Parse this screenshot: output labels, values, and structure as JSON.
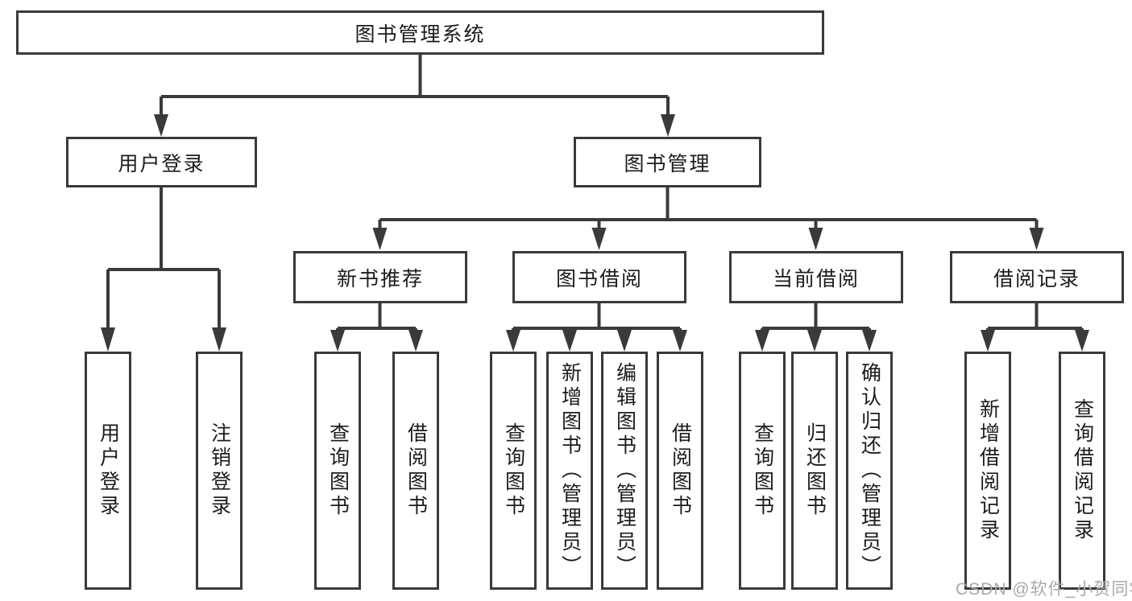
{
  "diagram": {
    "type": "tree",
    "line_color": "#3a3a3a",
    "box_background": "#ffffff",
    "text_color": "#1c1c1c",
    "root": {
      "label": "图书管理系统"
    },
    "user_login": {
      "label": "用户登录",
      "children": [
        {
          "label": "用户登录"
        },
        {
          "label": "注销登录"
        }
      ]
    },
    "book_mgmt": {
      "label": "图书管理",
      "children": [
        {
          "label": "新书推荐",
          "children": [
            {
              "label": "查询图书"
            },
            {
              "label": "借阅图书"
            }
          ]
        },
        {
          "label": "图书借阅",
          "children": [
            {
              "label": "查询图书"
            },
            {
              "label": "新增图书（管理员）"
            },
            {
              "label": "编辑图书（管理员）"
            },
            {
              "label": "借阅图书"
            }
          ]
        },
        {
          "label": "当前借阅",
          "children": [
            {
              "label": "查询图书"
            },
            {
              "label": "归还图书"
            },
            {
              "label": "确认归还（管理员）"
            }
          ]
        },
        {
          "label": "借阅记录",
          "children": [
            {
              "label": "新增借阅记录"
            },
            {
              "label": "查询借阅记录"
            }
          ]
        }
      ]
    }
  },
  "watermark": {
    "text": "CSDN @软件_小贺同学",
    "color": "#aaaaaa"
  }
}
